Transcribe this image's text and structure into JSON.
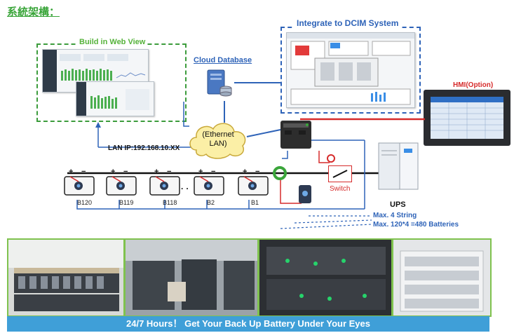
{
  "title": "系統架構：",
  "web_view": {
    "label": "Build in Web View"
  },
  "cloud_db": {
    "label": "Cloud Database"
  },
  "dcim": {
    "label": "Integrate to DCIM System"
  },
  "hmi": {
    "label": "HMI(Option)"
  },
  "ethernet": {
    "label_line1": "(Ethernet",
    "label_line2": "LAN)"
  },
  "lan_ip": "LAN IP:192.168.10.XX",
  "switch_label": "Switch",
  "ups_label": "UPS",
  "batteries": {
    "labels": [
      "B120",
      "B119",
      "B118",
      "B2",
      "B1"
    ],
    "ellipsis": "· ·"
  },
  "max_string": "Max. 4 String",
  "max_batteries": "Max. 120*4 =480 Batteries",
  "banner": "24/7 Hours！ Get Your Back Up Battery Under Your Eyes",
  "colors": {
    "accent_green": "#3aa53a",
    "accent_blue": "#2e63b8",
    "banner": "#3f9fd8",
    "hmi_red": "#d62b2b"
  }
}
